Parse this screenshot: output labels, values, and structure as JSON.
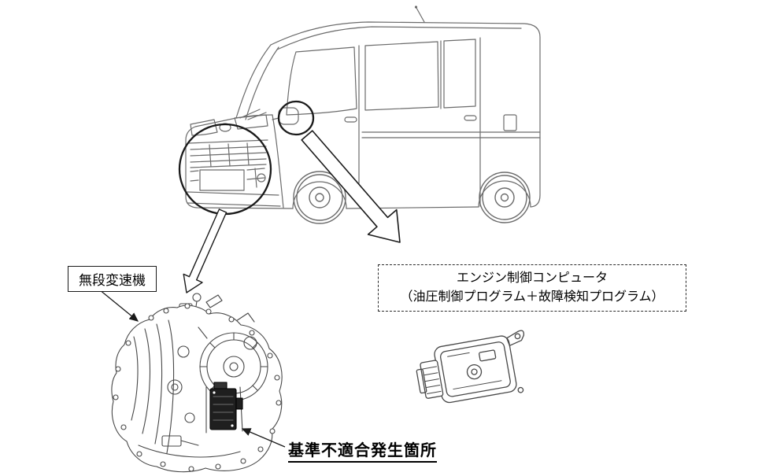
{
  "colors": {
    "background": "#ffffff",
    "van_line": "#6b6b6b",
    "part_line": "#474747",
    "highlight_line": "#1a1a1a"
  },
  "callouts": {
    "cvt": {
      "label": "無段変速機"
    },
    "ecu": {
      "line1": "エンジン制御コンピュータ",
      "line2": "（油圧制御プログラム＋故障検知プログラム）"
    },
    "defect": {
      "label": "基準不適合発生箇所"
    }
  },
  "illustrations": {
    "van": "kei-van-line-drawing",
    "transmission": "cvt-transmission-line-drawing",
    "ecu": "engine-control-computer-line-drawing"
  }
}
